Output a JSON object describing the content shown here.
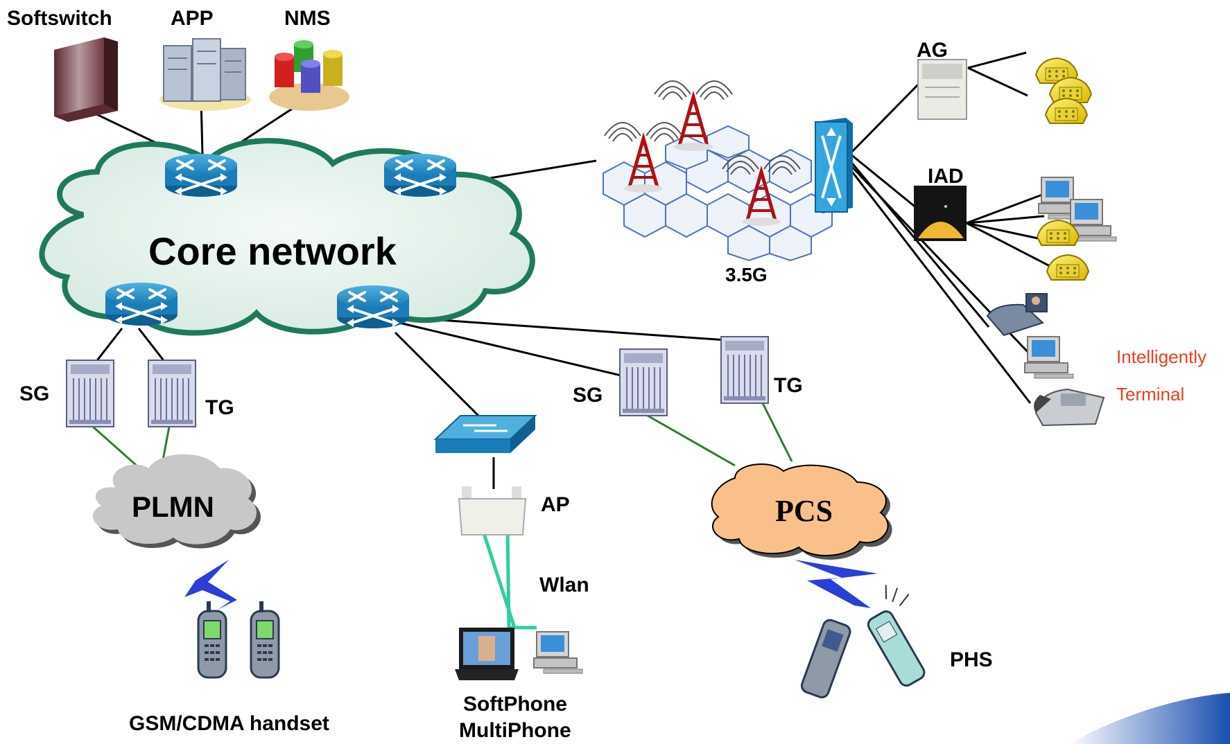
{
  "labels": {
    "softswitch": "Softswitch",
    "app": "APP",
    "nms": "NMS",
    "core": "Core network",
    "ag": "AG",
    "iad": "IAD",
    "g35": "3.5G",
    "intelligently": "Intelligently",
    "terminal": "Terminal",
    "sg_left": "SG",
    "tg_left": "TG",
    "sg_right": "SG",
    "tg_right": "TG",
    "plmn": "PLMN",
    "ap": "AP",
    "pcs": "PCS",
    "wlan": "Wlan",
    "phs": "PHS",
    "gsm": "GSM/CDMA handset",
    "softphone": "SoftPhone",
    "multiphone": "MultiPhone"
  },
  "colors": {
    "router": "#1a7cb8",
    "cloud_fill": "#e6f2ec",
    "cloud_border": "#1f7a5c",
    "green_link": "#2e7d2e",
    "wlan_link": "#2ecfa0",
    "pcs_fill": "#f9c08a",
    "plmn_fill": "#c8c8c8",
    "lightning": "#2a3fd8",
    "red_text": "#e8401c"
  }
}
